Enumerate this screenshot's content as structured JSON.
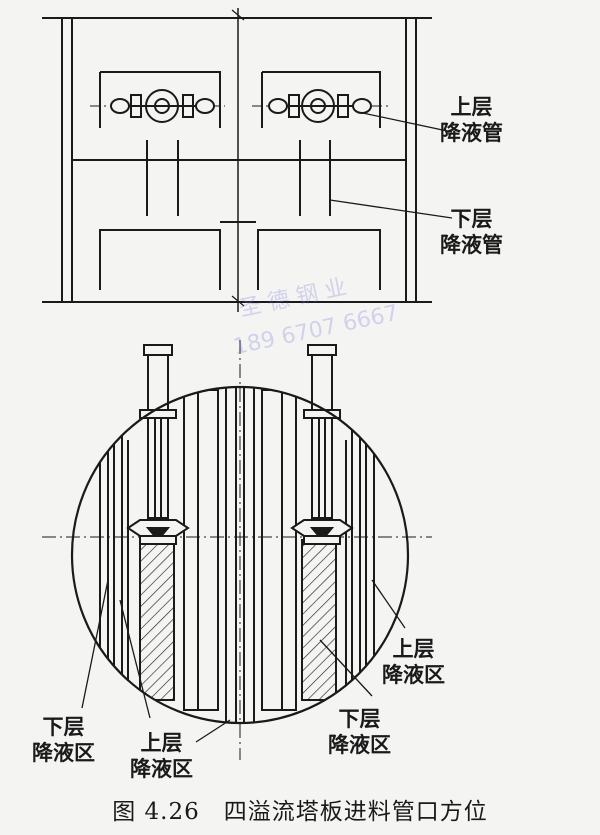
{
  "labels": {
    "upper_pipe": [
      "上层",
      "降液管"
    ],
    "lower_pipe": [
      "下层",
      "降液管"
    ],
    "upper_zone_right": [
      "上层",
      "降液区"
    ],
    "lower_zone_right": [
      "下层",
      "降液区"
    ],
    "lower_zone_left": [
      "下层",
      "降液区"
    ],
    "upper_zone_left": [
      "上层",
      "降液区"
    ]
  },
  "watermark": {
    "line1": "圣 德 钢 业",
    "line2": "189 6707 6667"
  },
  "caption": "图 4.26　四溢流塔板进料管口方位"
}
